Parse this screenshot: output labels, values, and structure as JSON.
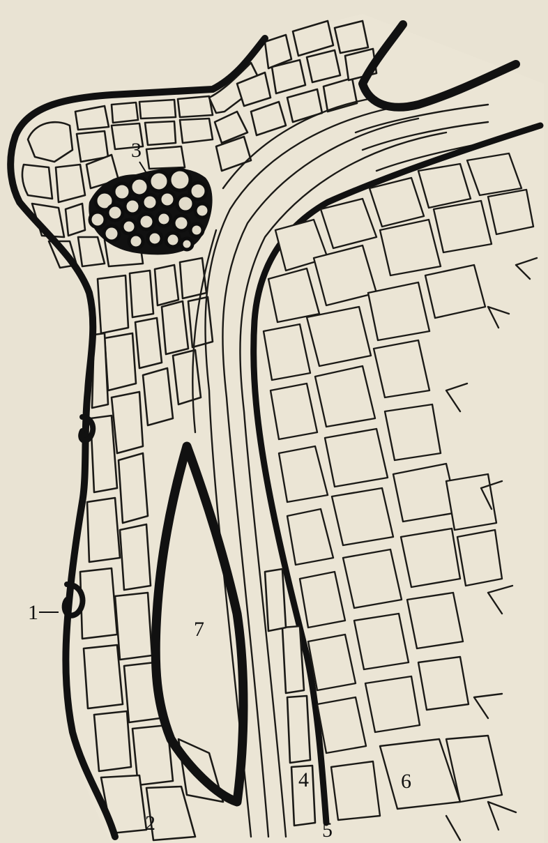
{
  "labels": {
    "l1": "1",
    "l2": "2",
    "l3": "3",
    "l4": "4",
    "l5": "5",
    "l6": "6",
    "l7": "7"
  },
  "colors": {
    "paper": "#e9e3d3",
    "ink": "#111111"
  }
}
